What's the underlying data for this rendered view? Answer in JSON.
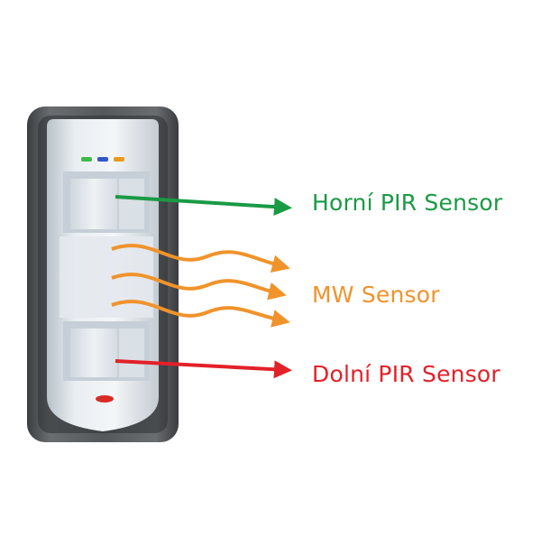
{
  "colors": {
    "upper_pir": "#1a9a45",
    "mw": "#f0932b",
    "lower_pir": "#e22128",
    "housing": "#4a4d50",
    "front_panel": "#dfe5ea"
  },
  "device": {
    "name_icon": "motion-detector-device",
    "led_colors": [
      "#3fb948",
      "#2f57c8",
      "#e89a1e"
    ],
    "bottom_led_color": "#d92b26"
  },
  "labels": {
    "upper_pir": "Horní PIR Sensor",
    "mw": "MW Sensor",
    "lower_pir": "Dolní PIR Sensor"
  }
}
